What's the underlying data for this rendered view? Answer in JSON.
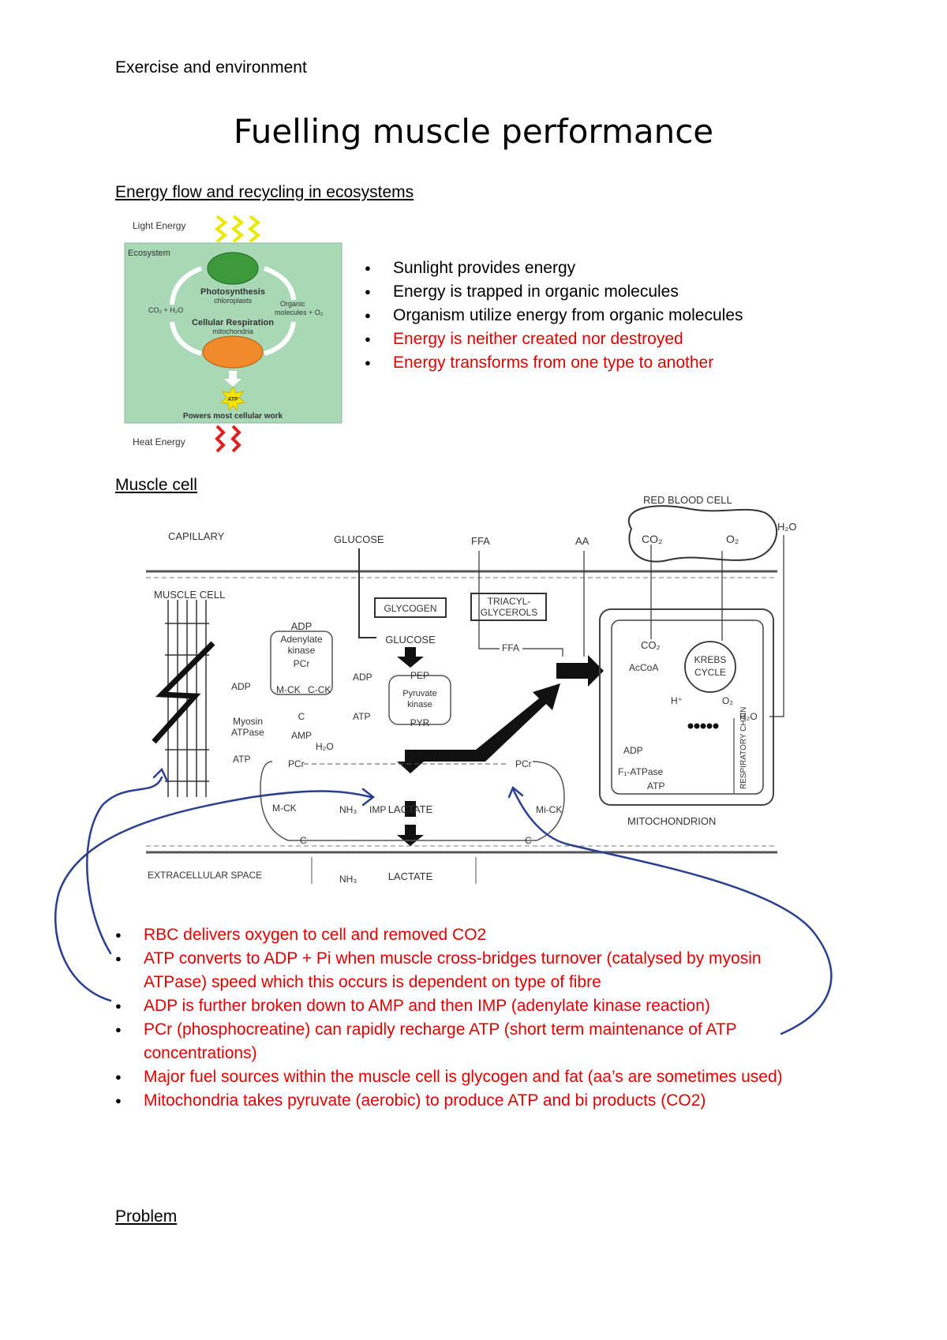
{
  "header": "Exercise and environment",
  "title": "Fuelling muscle performance",
  "section1": {
    "heading": "Energy flow and recycling in ecosystems",
    "figure": {
      "light_energy": "Light Energy",
      "ecosystem": "Ecosystem",
      "photosynthesis": "Photosynthesis",
      "chloroplasts": "chloroplasts",
      "co2_h2o": "CO₂ + H₂O",
      "organic": "Organic",
      "molecules": "molecules + O₂",
      "cellular_respiration": "Cellular Respiration",
      "mitochondria": "mitochondria",
      "atp": "ATP",
      "powers": "Powers most cellular work",
      "heat_energy": "Heat Energy"
    },
    "bullets": [
      {
        "text": "Sunlight provides energy",
        "color": "black"
      },
      {
        "text": "Energy is trapped in organic molecules",
        "color": "black"
      },
      {
        "text": "Organism utilize energy from organic molecules",
        "color": "black"
      },
      {
        "text": "Energy is neither created nor destroyed",
        "color": "red"
      },
      {
        "text": "Energy transforms from one type to another",
        "color": "red"
      }
    ]
  },
  "section2": {
    "heading": "Muscle cell",
    "diagram": {
      "red_blood_cell": "RED BLOOD CELL",
      "co2": "CO₂",
      "o2": "O₂",
      "h2o_top": "H₂O",
      "capillary": "CAPILLARY",
      "glucose_top": "GLUCOSE",
      "ffa_top": "FFA",
      "aa_top": "AA",
      "muscle_cell": "MUSCLE CELL",
      "glycogen": "GLYCOGEN",
      "triacyl": "TRIACYL-",
      "glycerols": "GLYCEROLS",
      "glucose_mid": "GLUCOSE",
      "ffa_mid": "FFA",
      "adp_adenylate": "ADP",
      "adenylate": "Adenylate",
      "kinase": "kinase",
      "pcr_left": "PCr",
      "mck": "M-CK",
      "cck": "C-CK",
      "c_left": "C",
      "amp": "AMP",
      "adp_left": "ADP",
      "myosin": "Myosin",
      "atpase": "ATPase",
      "atp_left": "ATP",
      "adp_mid": "ADP",
      "atp_mid": "ATP",
      "pep": "PEP",
      "pyruvate": "Pyruvate",
      "pyr_kinase": "kinase",
      "pyr": "PYR",
      "h2o_mid": "H₂O",
      "pcr_mid": "PCr",
      "mck_low": "M-CK",
      "nh3_mid": "NH₃",
      "imp": "IMP",
      "lactate_mid": "LACTATE",
      "pcr_right": "PCr",
      "mick": "Mi-CK",
      "c_bottom_left": "C",
      "c_bottom_right": "C",
      "co2_mito": "CO₂",
      "accoa": "AcCoA",
      "krebs": "KREBS",
      "cycle": "CYCLE",
      "h_plus": "H⁺",
      "o2_mito": "O₂",
      "h2o_mito": "H₂O",
      "adp_mito": "ADP",
      "f1atpase": "F₁-ATPase",
      "atp_mito": "ATP",
      "resp_chain": "RESPIRATORY CHAIN",
      "mitochondrion": "MITOCHONDRION",
      "extracellular": "EXTRACELLULAR SPACE",
      "nh3_bottom": "NH₃",
      "lactate_bottom": "LACTATE"
    },
    "bullets": [
      {
        "text": "RBC delivers oxygen to cell and removed CO2"
      },
      {
        "text": "ATP converts to ADP + Pi when muscle cross-bridges turnover (catalysed by myosin ATPase) speed which this occurs is dependent on type of fibre"
      },
      {
        "text": "ADP is further broken down to AMP and then IMP (adenylate kinase reaction)"
      },
      {
        "text": "PCr (phosphocreatine) can rapidly recharge ATP (short term maintenance of ATP concentrations)"
      },
      {
        "text": "Major fuel sources within the muscle cell is glycogen and fat (aa’s are sometimes used)"
      },
      {
        "text": "Mitochondria takes pyruvate (aerobic) to produce ATP and bi products (CO2)"
      }
    ]
  },
  "section3": {
    "heading": "Problem"
  },
  "colors": {
    "red_text": "#e00000",
    "ecosystem_bg": "#a9d8b7",
    "annotation_ink": "#2a3f8f"
  }
}
